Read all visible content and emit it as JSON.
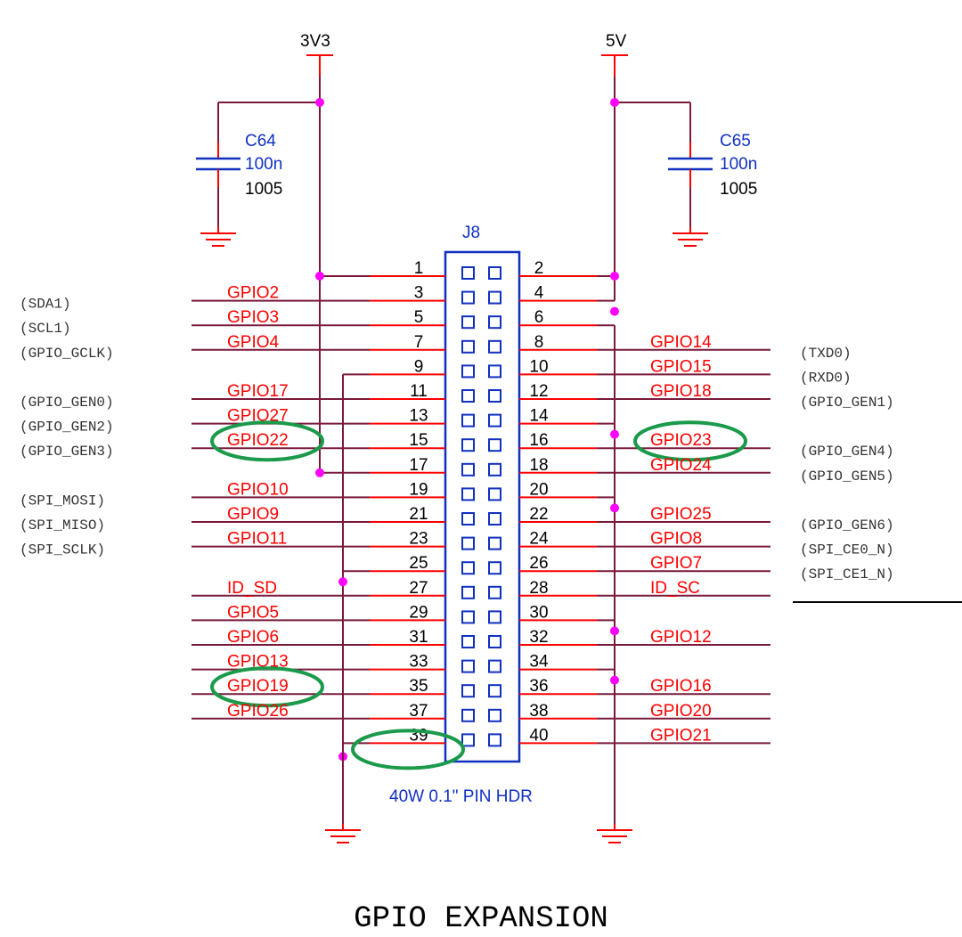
{
  "title": "GPIO EXPANSION",
  "connector": {
    "ref": "J8",
    "description": "40W 0.1\" PIN HDR"
  },
  "power": {
    "rail_3v3": "3V3",
    "rail_5v": "5V"
  },
  "capacitors": [
    {
      "ref": "C64",
      "value": "100n",
      "package": "1005"
    },
    {
      "ref": "C65",
      "value": "100n",
      "package": "1005"
    }
  ],
  "left_pins": [
    {
      "pin": "1",
      "net": "",
      "alt": ""
    },
    {
      "pin": "3",
      "net": "GPIO2",
      "alt": "(SDA1)"
    },
    {
      "pin": "5",
      "net": "GPIO3",
      "alt": "(SCL1)"
    },
    {
      "pin": "7",
      "net": "GPIO4",
      "alt": "(GPIO_GCLK)"
    },
    {
      "pin": "9",
      "net": "",
      "alt": ""
    },
    {
      "pin": "11",
      "net": "GPIO17",
      "alt": "(GPIO_GEN0)"
    },
    {
      "pin": "13",
      "net": "GPIO27",
      "alt": "(GPIO_GEN2)"
    },
    {
      "pin": "15",
      "net": "GPIO22",
      "alt": "(GPIO_GEN3)"
    },
    {
      "pin": "17",
      "net": "",
      "alt": ""
    },
    {
      "pin": "19",
      "net": "GPIO10",
      "alt": "(SPI_MOSI)"
    },
    {
      "pin": "21",
      "net": "GPIO9",
      "alt": "(SPI_MISO)"
    },
    {
      "pin": "23",
      "net": "GPIO11",
      "alt": "(SPI_SCLK)"
    },
    {
      "pin": "25",
      "net": "",
      "alt": ""
    },
    {
      "pin": "27",
      "net": "ID_SD",
      "alt": ""
    },
    {
      "pin": "29",
      "net": "GPIO5",
      "alt": ""
    },
    {
      "pin": "31",
      "net": "GPIO6",
      "alt": ""
    },
    {
      "pin": "33",
      "net": "GPIO13",
      "alt": ""
    },
    {
      "pin": "35",
      "net": "GPIO19",
      "alt": ""
    },
    {
      "pin": "37",
      "net": "GPIO26",
      "alt": ""
    },
    {
      "pin": "39",
      "net": "",
      "alt": ""
    }
  ],
  "right_pins": [
    {
      "pin": "2",
      "net": "",
      "alt": ""
    },
    {
      "pin": "4",
      "net": "",
      "alt": ""
    },
    {
      "pin": "6",
      "net": "",
      "alt": ""
    },
    {
      "pin": "8",
      "net": "GPIO14",
      "alt": "(TXD0)"
    },
    {
      "pin": "10",
      "net": "GPIO15",
      "alt": "(RXD0)"
    },
    {
      "pin": "12",
      "net": "GPIO18",
      "alt": "(GPIO_GEN1)"
    },
    {
      "pin": "14",
      "net": "",
      "alt": ""
    },
    {
      "pin": "16",
      "net": "GPIO23",
      "alt": "(GPIO_GEN4)"
    },
    {
      "pin": "18",
      "net": "GPIO24",
      "alt": "(GPIO_GEN5)"
    },
    {
      "pin": "20",
      "net": "",
      "alt": ""
    },
    {
      "pin": "22",
      "net": "GPIO25",
      "alt": "(GPIO_GEN6)"
    },
    {
      "pin": "24",
      "net": "GPIO8",
      "alt": "(SPI_CE0_N)"
    },
    {
      "pin": "26",
      "net": "GPIO7",
      "alt": "(SPI_CE1_N)"
    },
    {
      "pin": "28",
      "net": "ID_SC",
      "alt": ""
    },
    {
      "pin": "30",
      "net": "",
      "alt": ""
    },
    {
      "pin": "32",
      "net": "GPIO12",
      "alt": ""
    },
    {
      "pin": "34",
      "net": "",
      "alt": ""
    },
    {
      "pin": "36",
      "net": "GPIO16",
      "alt": ""
    },
    {
      "pin": "38",
      "net": "GPIO20",
      "alt": ""
    },
    {
      "pin": "40",
      "net": "GPIO21",
      "alt": ""
    }
  ],
  "highlighted": [
    "GPIO22",
    "GPIO23",
    "GPIO19",
    "39"
  ],
  "colors": {
    "net_label": "#ff0000",
    "wire": "#7a1a3a",
    "connector": "#1030c0",
    "junction": "#ff00ff",
    "highlight": "#1a9a4a"
  }
}
